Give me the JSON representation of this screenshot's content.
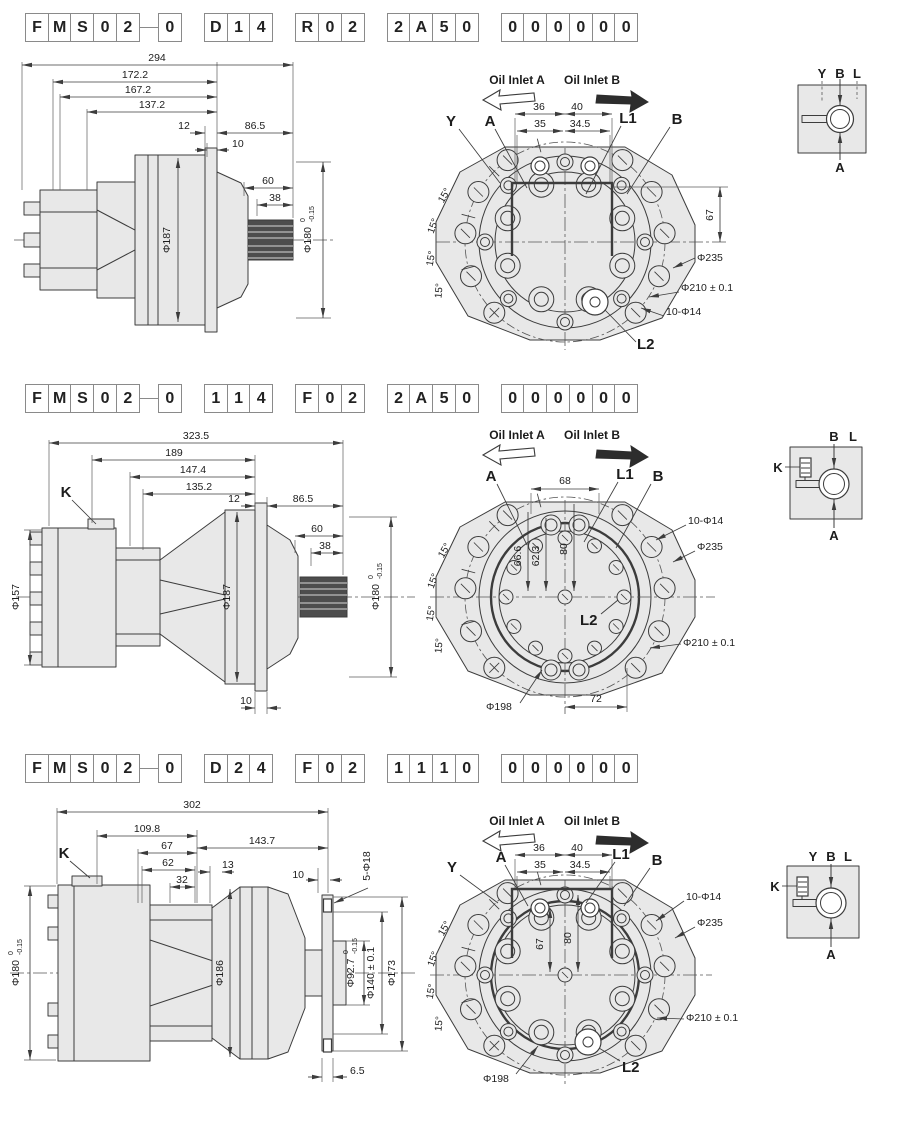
{
  "colors": {
    "line": "#3c3c3c",
    "fill": "#e8e8e8",
    "bg": "#ffffff"
  },
  "rows": [
    {
      "code": {
        "g1": [
          "F",
          "M",
          "S",
          "0",
          "2"
        ],
        "g2": [
          "0"
        ],
        "g3": [
          "D",
          "1",
          "4"
        ],
        "g4": [
          "R",
          "0",
          "2"
        ],
        "g5": [
          "2",
          "A",
          "5",
          "0"
        ],
        "g6": [
          "0",
          "0",
          "0",
          "0",
          "0",
          "0"
        ]
      },
      "side": {
        "overall": "294",
        "len_a": "172.2",
        "len_b": "167.2",
        "len_c": "137.2",
        "flange_w": "12",
        "shaft_len": "86.5",
        "ring_w": "10",
        "spline_a": "60",
        "spline_b": "38",
        "body_dia": "Φ187",
        "shaft_dia": "Φ180",
        "tol_top": "0",
        "tol_bot": "-0.15"
      },
      "front": {
        "oil_a": "Oil Inlet A",
        "oil_b": "Oil Inlet B",
        "lbl_y": "Y",
        "lbl_a": "A",
        "lbl_l1": "L1",
        "lbl_b": "B",
        "lbl_l2": "L2",
        "d1": "36",
        "d2": "40",
        "d3": "35",
        "d4": "34.5",
        "d5": "67",
        "flange_dia": "Φ235",
        "bolt_circle": "Φ210 ± 0.1",
        "holes": "10-Φ14",
        "angle": "15°"
      },
      "schematic": {
        "p1": "Y",
        "p2": "B",
        "p3": "L",
        "bottom": "A"
      }
    },
    {
      "code": {
        "g1": [
          "F",
          "M",
          "S",
          "0",
          "2"
        ],
        "g2": [
          "0"
        ],
        "g3": [
          "1",
          "1",
          "4"
        ],
        "g4": [
          "F",
          "0",
          "2"
        ],
        "g5": [
          "2",
          "A",
          "5",
          "0"
        ],
        "g6": [
          "0",
          "0",
          "0",
          "0",
          "0",
          "0"
        ]
      },
      "side": {
        "overall": "323.5",
        "len_a": "189",
        "len_b": "147.4",
        "len_c": "135.2",
        "flange_w": "12",
        "shaft_len": "86.5",
        "spline_a": "60",
        "spline_b": "38",
        "bottom": "10",
        "lbl_k": "K",
        "disc_dia": "Φ157",
        "body_dia": "Φ187",
        "shaft_dia": "Φ180",
        "tol_top": "0",
        "tol_bot": "-0.15"
      },
      "front": {
        "oil_a": "Oil Inlet A",
        "oil_b": "Oil Inlet B",
        "lbl_a": "A",
        "lbl_l1": "L1",
        "lbl_b": "B",
        "lbl_l2": "L2",
        "d1": "68",
        "v1": "66.6",
        "v2": "62.3",
        "v3": "80",
        "holes": "10-Φ14",
        "flange_dia": "Φ235",
        "bolt_circle": "Φ210 ± 0.1",
        "inner_dia": "Φ198",
        "d2": "72",
        "angle": "15°"
      },
      "schematic": {
        "p2": "B",
        "p3": "L",
        "left": "K",
        "bottom": "A"
      }
    },
    {
      "code": {
        "g1": [
          "F",
          "M",
          "S",
          "0",
          "2"
        ],
        "g2": [
          "0"
        ],
        "g3": [
          "D",
          "2",
          "4"
        ],
        "g4": [
          "F",
          "0",
          "2"
        ],
        "g5": [
          "1",
          "1",
          "1",
          "0"
        ],
        "g6": [
          "0",
          "0",
          "0",
          "0",
          "0",
          "0"
        ]
      },
      "side": {
        "overall": "302",
        "len_a": "109.8",
        "len_b": "67",
        "len_c": "62",
        "len_d": "32",
        "len_e": "13",
        "len_f": "143.7",
        "len_g": "10",
        "holes": "5-Φ18",
        "lbl_k": "K",
        "left_dia": "Φ180",
        "left_tol_top": "0",
        "left_tol_bot": "-0.15",
        "body_dia": "Φ186",
        "hub_dia": "Φ92.7",
        "hub_tol_top": "0",
        "hub_tol_bot": "-0.15",
        "pilot_dia": "Φ140 ± 0.1",
        "out_flange_dia": "Φ173",
        "plate_t": "6.5"
      },
      "front": {
        "oil_a": "Oil Inlet A",
        "oil_b": "Oil Inlet B",
        "lbl_y": "Y",
        "lbl_a": "A",
        "lbl_l1": "L1",
        "lbl_b": "B",
        "lbl_l2": "L2",
        "d1": "36",
        "d2": "40",
        "d3": "35",
        "d4": "34.5",
        "v1": "67",
        "v2": "80",
        "holes": "10-Φ14",
        "flange_dia": "Φ235",
        "bolt_circle": "Φ210 ± 0.1",
        "inner_dia": "Φ198",
        "angle": "15°"
      },
      "schematic": {
        "p1": "Y",
        "p2": "B",
        "p3": "L",
        "left": "K",
        "bottom": "A"
      }
    }
  ]
}
